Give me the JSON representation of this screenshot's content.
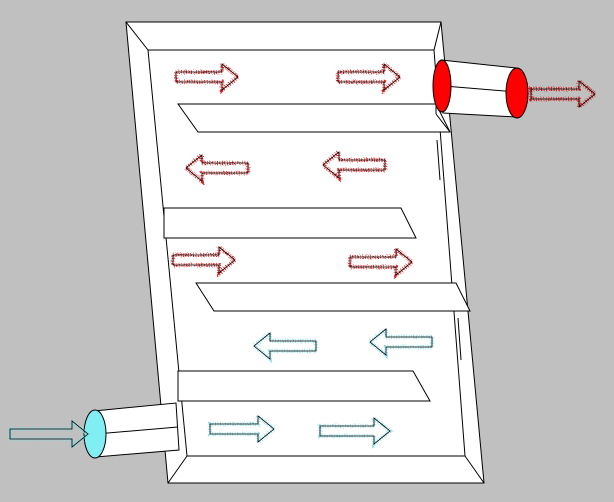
{
  "diagram": {
    "kind": "serpentine-heat-exchanger",
    "colors": {
      "background": "#c0c0c0",
      "panel_face": "#ffffff",
      "outline": "#000000",
      "hot_fluid": "#dd0000",
      "hot_port": "#ff0000",
      "cold_fluid": "#7fdfe8",
      "cold_port": "#80eef2"
    },
    "ports": [
      {
        "id": "inlet",
        "fluid": "cold",
        "side": "bottom-left"
      },
      {
        "id": "outlet",
        "fluid": "hot",
        "side": "top-right"
      }
    ],
    "flow_arrows": [
      {
        "id": "a1",
        "direction": "right",
        "fluid": "hot"
      },
      {
        "id": "a2",
        "direction": "right",
        "fluid": "hot"
      },
      {
        "id": "a3",
        "direction": "left",
        "fluid": "hot"
      },
      {
        "id": "a4",
        "direction": "left",
        "fluid": "hot"
      },
      {
        "id": "a5",
        "direction": "right",
        "fluid": "hot"
      },
      {
        "id": "a6",
        "direction": "right",
        "fluid": "hot"
      },
      {
        "id": "a7",
        "direction": "left",
        "fluid": "cold"
      },
      {
        "id": "a8",
        "direction": "left",
        "fluid": "cold"
      },
      {
        "id": "a9",
        "direction": "right",
        "fluid": "cold"
      },
      {
        "id": "a10",
        "direction": "right",
        "fluid": "cold"
      },
      {
        "id": "a_in",
        "direction": "right",
        "fluid": "cold"
      },
      {
        "id": "a_out",
        "direction": "right",
        "fluid": "hot"
      }
    ]
  }
}
